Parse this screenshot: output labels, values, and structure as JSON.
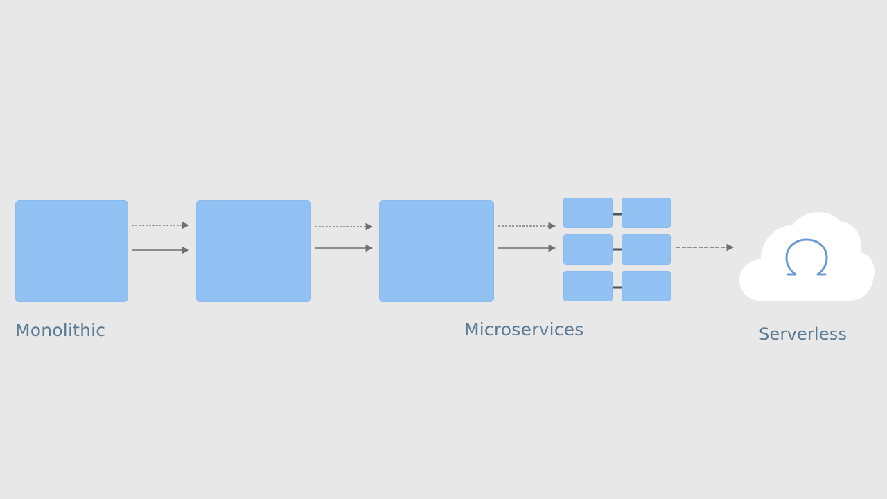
{
  "diagram": {
    "stages": [
      {
        "id": "monolithic",
        "label": "Monolithic"
      },
      {
        "id": "stage-2",
        "label": ""
      },
      {
        "id": "stage-3",
        "label": ""
      },
      {
        "id": "microservices",
        "label": "Microservices"
      },
      {
        "id": "serverless",
        "label": "Serverless"
      }
    ],
    "labels": {
      "monolithic": "Monolithic",
      "microservices": "Microservices",
      "serverless": "Serverless"
    },
    "cloud_symbol": "Ω",
    "icons": {
      "cloud": "cloud-icon",
      "omega": "omega-icon",
      "arrow": "arrow-right-icon"
    },
    "colors": {
      "background": "#e8e8e8",
      "block_fill": "#92c2f3",
      "label_text": "#587a94",
      "arrow": "#6f6f6f",
      "connector": "#4a5560",
      "cloud_fill": "#ffffff",
      "omega_stroke": "#6a9bd0"
    }
  }
}
